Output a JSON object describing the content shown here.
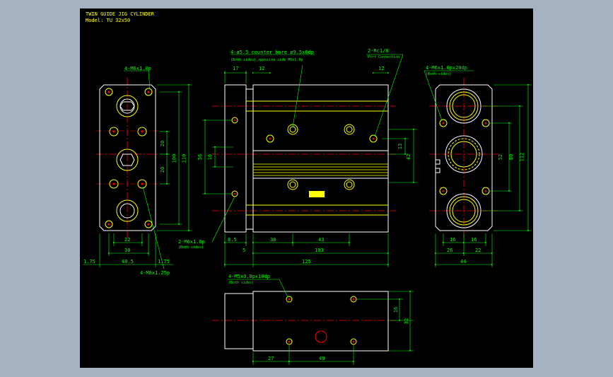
{
  "title": "TWIN GUIDE JIG CYLINDER",
  "model": "Model: TU 32x50",
  "callouts": {
    "front_tap": "4-M6x1.0p",
    "front_bottom_tap": "4-M8x1.25p",
    "side_ports_top": "4-ø5.5  counter bore ø9.5x6dp",
    "side_ports_note": "(Both sides),opposite side M6x1.0p",
    "side_port_conn": "2-Rc1/8",
    "side_port_conn_note": "Port Connection",
    "side_bottom_tap": "2-M6x1.0p",
    "side_bottom_note": "(Both sides)",
    "right_tap": "4-M6x1.0px20dp",
    "right_tap_note": "(Both sides)",
    "bottom_tap": "4-M5x0.8px10dp",
    "bottom_tap_note": "(Both sides)"
  },
  "dims": {
    "front": {
      "w22": "22",
      "w30": "30",
      "w405": "40.5",
      "w175a": "1.75",
      "w175b": "1.75",
      "h20a": "20",
      "h20b": "20",
      "h100": "100",
      "h110": "110"
    },
    "side": {
      "d17": "17",
      "d12a": "12",
      "d12b": "12",
      "d56": "56",
      "d16": "16",
      "d13": "13",
      "d42": "42",
      "d85": "8.5",
      "d5": "5",
      "d30": "30",
      "d43": "43",
      "d103": "103",
      "d125": "125"
    },
    "right": {
      "d52": "52",
      "d80": "80",
      "d112": "112",
      "d16a": "16",
      "d16b": "16",
      "d26": "26",
      "d22": "22",
      "d44": "44"
    },
    "bottom": {
      "d16": "16",
      "d32": "32",
      "d27": "27",
      "d49": "49"
    }
  },
  "colors": {
    "bg": "#000000",
    "outline": "#ffffff",
    "yellow": "#ffff00",
    "green": "#00ff00",
    "red": "#ff0000",
    "outer": "#a6b2c2"
  }
}
